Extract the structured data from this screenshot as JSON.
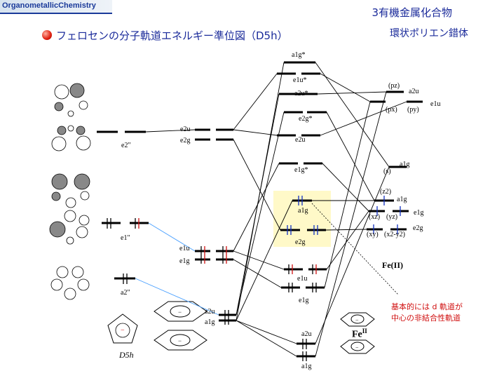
{
  "header": {
    "course": "OrganometallicChemistry"
  },
  "slide": {
    "title": "フェロセンの分子軌道エネルギー準位図（D5h）",
    "chapter": "3有機金属化合物",
    "subchapter": "環状ポリエン錯体"
  },
  "labels": {
    "ligand_e2": "e2\"",
    "ligand_e1": "e1\"",
    "ligand_a2": "a2\"",
    "mid_e2u": "e2u",
    "mid_e2g": "e2g",
    "mid_e1u": "e1u",
    "mid_e1g": "e1g",
    "mid_a2u": "a2u",
    "mid_a1g": "a1g",
    "mo_a1g_star": "a1g*",
    "mo_e1u_star": "e1u*",
    "mo_a2u_star": "a2u*",
    "mo_e2g_star": "e2g*",
    "mo_e2u": "e2u",
    "mo_e1g_star": "e1g*",
    "mo_a1g": "a1g",
    "mo_e2g": "e2g",
    "mo_e1u": "e1u",
    "mo_e1g": "e1g",
    "mo_a2u": "a2u",
    "mo_a1g_bottom": "a1g",
    "metal_pz": "(pz)",
    "metal_a2u": "a2u",
    "metal_px": "(px)",
    "metal_py": "(py)",
    "metal_e1u": "e1u",
    "metal_s": "(s)",
    "metal_a1g": "a1g",
    "metal_z2": "(z2)",
    "metal_a1g_d": "a1g",
    "metal_xz": "(xz)",
    "metal_yz": "(yz)",
    "metal_e1g": "e1g",
    "metal_xy": "(xy)",
    "metal_x2y2": "(x2-y2)",
    "metal_e2g": "e2g"
  },
  "fe_label": "Fe(II)",
  "feii_symbol": "Fe",
  "feii_charge": "II",
  "d5h_label": "D5h",
  "note": {
    "line1": "基本的には d 軌道が",
    "line2": "中心の非結合性軌道"
  },
  "colors": {
    "title": "#1a2a9a",
    "note": "#d01010",
    "highlight": "#fff9c8",
    "electron_red": "#d01010",
    "electron_blue": "#1030c0"
  }
}
